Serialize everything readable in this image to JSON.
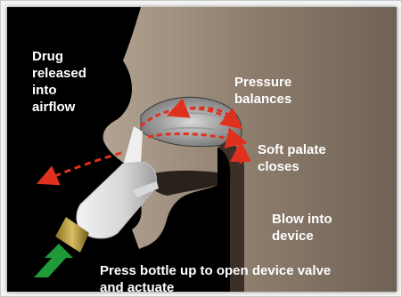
{
  "labels": {
    "drug_released": "Drug\nreleased\ninto\nairflow",
    "pressure": "Pressure\nbalances",
    "soft_palate": "Soft palate\ncloses",
    "blow": "Blow into\ndevice",
    "press_bottle": "Press bottle up to open device valve\nand actuate"
  },
  "colors": {
    "background": "#000000",
    "skin": "#8a7a6a",
    "arrows": "#e0301e",
    "green_arrow": "#1f9a3a",
    "text": "#ffffff"
  },
  "icons": {
    "actuate_arrow": "green-arrow-icon"
  }
}
